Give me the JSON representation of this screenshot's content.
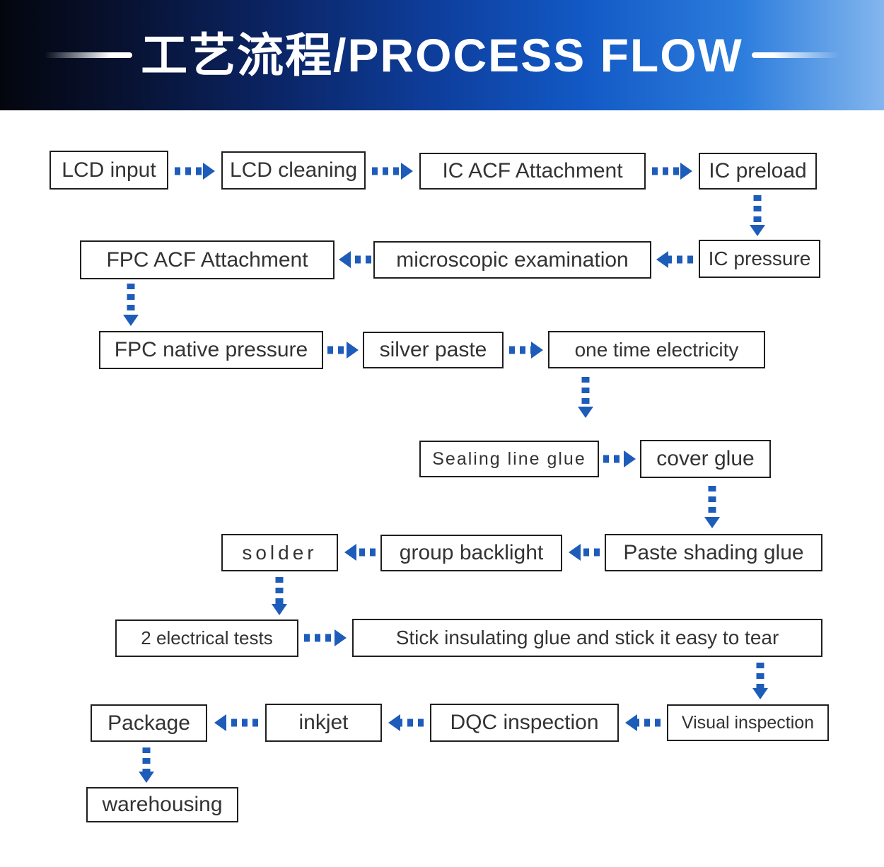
{
  "header": {
    "title": "工艺流程/PROCESS FLOW"
  },
  "colors": {
    "arrow_blue": "#1e5cba",
    "banner_dark": "#04060e",
    "banner_light": "#83b6ee",
    "box_border": "#1f1f1f",
    "box_text": "#333333"
  },
  "nodes": {
    "lcd_input": {
      "label": "LCD input"
    },
    "lcd_cleaning": {
      "label": "LCD cleaning"
    },
    "ic_acf_attachment": {
      "label": "IC ACF Attachment"
    },
    "ic_preload": {
      "label": "IC preload"
    },
    "fpc_acf_attachment": {
      "label": "FPC ACF Attachment"
    },
    "microscopic_examination": {
      "label": "microscopic examination"
    },
    "ic_pressure": {
      "label": "IC pressure"
    },
    "fpc_native_pressure": {
      "label": "FPC native pressure"
    },
    "silver_paste": {
      "label": "silver paste"
    },
    "one_time_electricity": {
      "label": "one time electricity"
    },
    "sealing_line_glue": {
      "label": "Sealing line glue"
    },
    "cover_glue": {
      "label": "cover glue"
    },
    "solder": {
      "label": "solder"
    },
    "group_backlight": {
      "label": "group backlight"
    },
    "paste_shading_glue": {
      "label": "Paste shading glue"
    },
    "electrical_tests": {
      "label": "2 electrical tests"
    },
    "stick_insulating": {
      "label": "Stick insulating glue and stick it easy to tear"
    },
    "package": {
      "label": "Package"
    },
    "inkjet": {
      "label": "inkjet"
    },
    "dqc_inspection": {
      "label": "DQC inspection"
    },
    "visual_inspection": {
      "label": "Visual inspection"
    },
    "warehousing": {
      "label": "warehousing"
    }
  },
  "edges": [
    {
      "from": "lcd_input",
      "to": "lcd_cleaning",
      "direction": "right"
    },
    {
      "from": "lcd_cleaning",
      "to": "ic_acf_attachment",
      "direction": "right"
    },
    {
      "from": "ic_acf_attachment",
      "to": "ic_preload",
      "direction": "right"
    },
    {
      "from": "ic_preload",
      "to": "ic_pressure",
      "direction": "down"
    },
    {
      "from": "ic_pressure",
      "to": "microscopic_examination",
      "direction": "left"
    },
    {
      "from": "microscopic_examination",
      "to": "fpc_acf_attachment",
      "direction": "left"
    },
    {
      "from": "fpc_acf_attachment",
      "to": "fpc_native_pressure",
      "direction": "down"
    },
    {
      "from": "fpc_native_pressure",
      "to": "silver_paste",
      "direction": "right"
    },
    {
      "from": "silver_paste",
      "to": "one_time_electricity",
      "direction": "right"
    },
    {
      "from": "one_time_electricity",
      "to": "sealing_line_glue",
      "direction": "down"
    },
    {
      "from": "sealing_line_glue",
      "to": "cover_glue",
      "direction": "right"
    },
    {
      "from": "cover_glue",
      "to": "paste_shading_glue",
      "direction": "down"
    },
    {
      "from": "paste_shading_glue",
      "to": "group_backlight",
      "direction": "left"
    },
    {
      "from": "group_backlight",
      "to": "solder",
      "direction": "left"
    },
    {
      "from": "solder",
      "to": "electrical_tests",
      "direction": "down"
    },
    {
      "from": "electrical_tests",
      "to": "stick_insulating",
      "direction": "right"
    },
    {
      "from": "stick_insulating",
      "to": "visual_inspection",
      "direction": "down"
    },
    {
      "from": "visual_inspection",
      "to": "dqc_inspection",
      "direction": "left"
    },
    {
      "from": "dqc_inspection",
      "to": "inkjet",
      "direction": "left"
    },
    {
      "from": "inkjet",
      "to": "package",
      "direction": "left"
    },
    {
      "from": "package",
      "to": "warehousing",
      "direction": "down"
    }
  ]
}
